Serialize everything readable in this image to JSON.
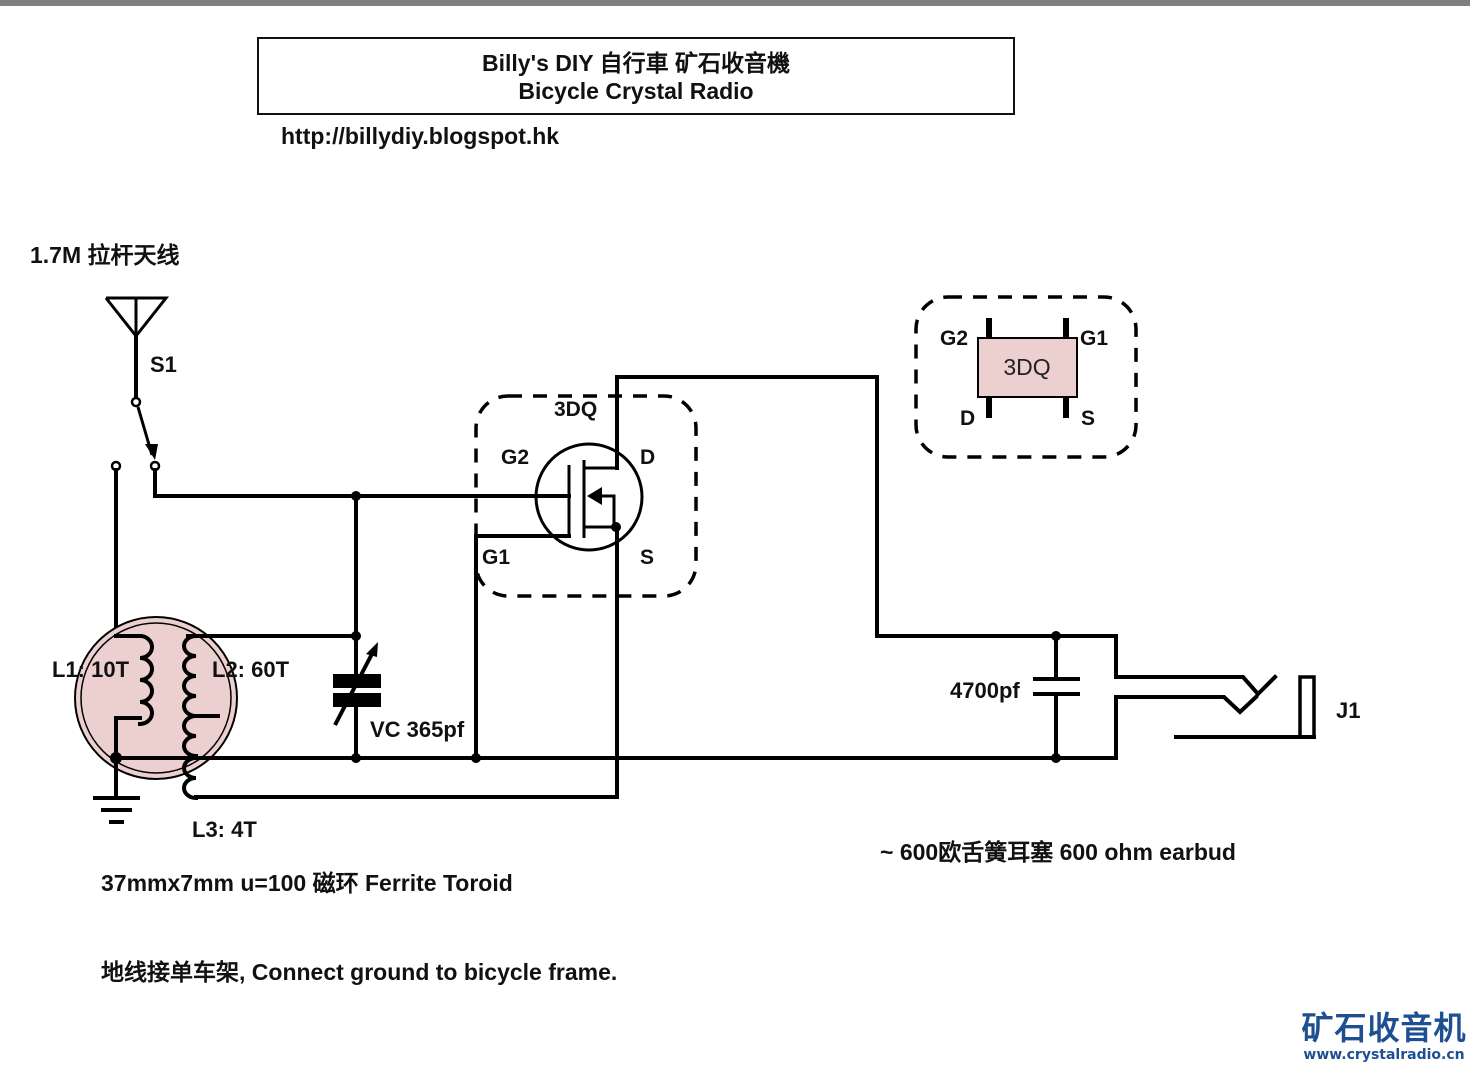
{
  "header": {
    "title_line1": "Billy's DIY  自行車  矿石收音機",
    "title_line2": "Bicycle Crystal Radio",
    "url": "http://billydiy.blogspot.hk"
  },
  "antenna": {
    "label": "1.7M 拉杆天线",
    "switch_label": "S1"
  },
  "coils": {
    "l1": "L1: 10T",
    "l2": "L2: 60T",
    "l3": "L3: 4T",
    "core_color": "#ecd0d0"
  },
  "capacitors": {
    "variable": "VC 365pf",
    "output": "4700pf"
  },
  "transistor": {
    "name": "3DQ",
    "pins": {
      "g2": "G2",
      "g1": "G1",
      "d": "D",
      "s": "S"
    }
  },
  "package": {
    "name": "3DQ",
    "pins": {
      "g2": "G2",
      "g1": "G1",
      "d": "D",
      "s": "S"
    },
    "body_color": "#ecd0d0"
  },
  "jack": {
    "label": "J1"
  },
  "notes": {
    "earbud": "~ 600欧舌簧耳塞 600 ohm earbud",
    "toroid": "37mmx7mm u=100 磁环 Ferrite Toroid",
    "ground": "地线接单车架, Connect ground to bicycle frame."
  },
  "watermark": {
    "name": "矿石收音机",
    "url": "www.crystalradio.cn",
    "color": "#1d4f91"
  }
}
